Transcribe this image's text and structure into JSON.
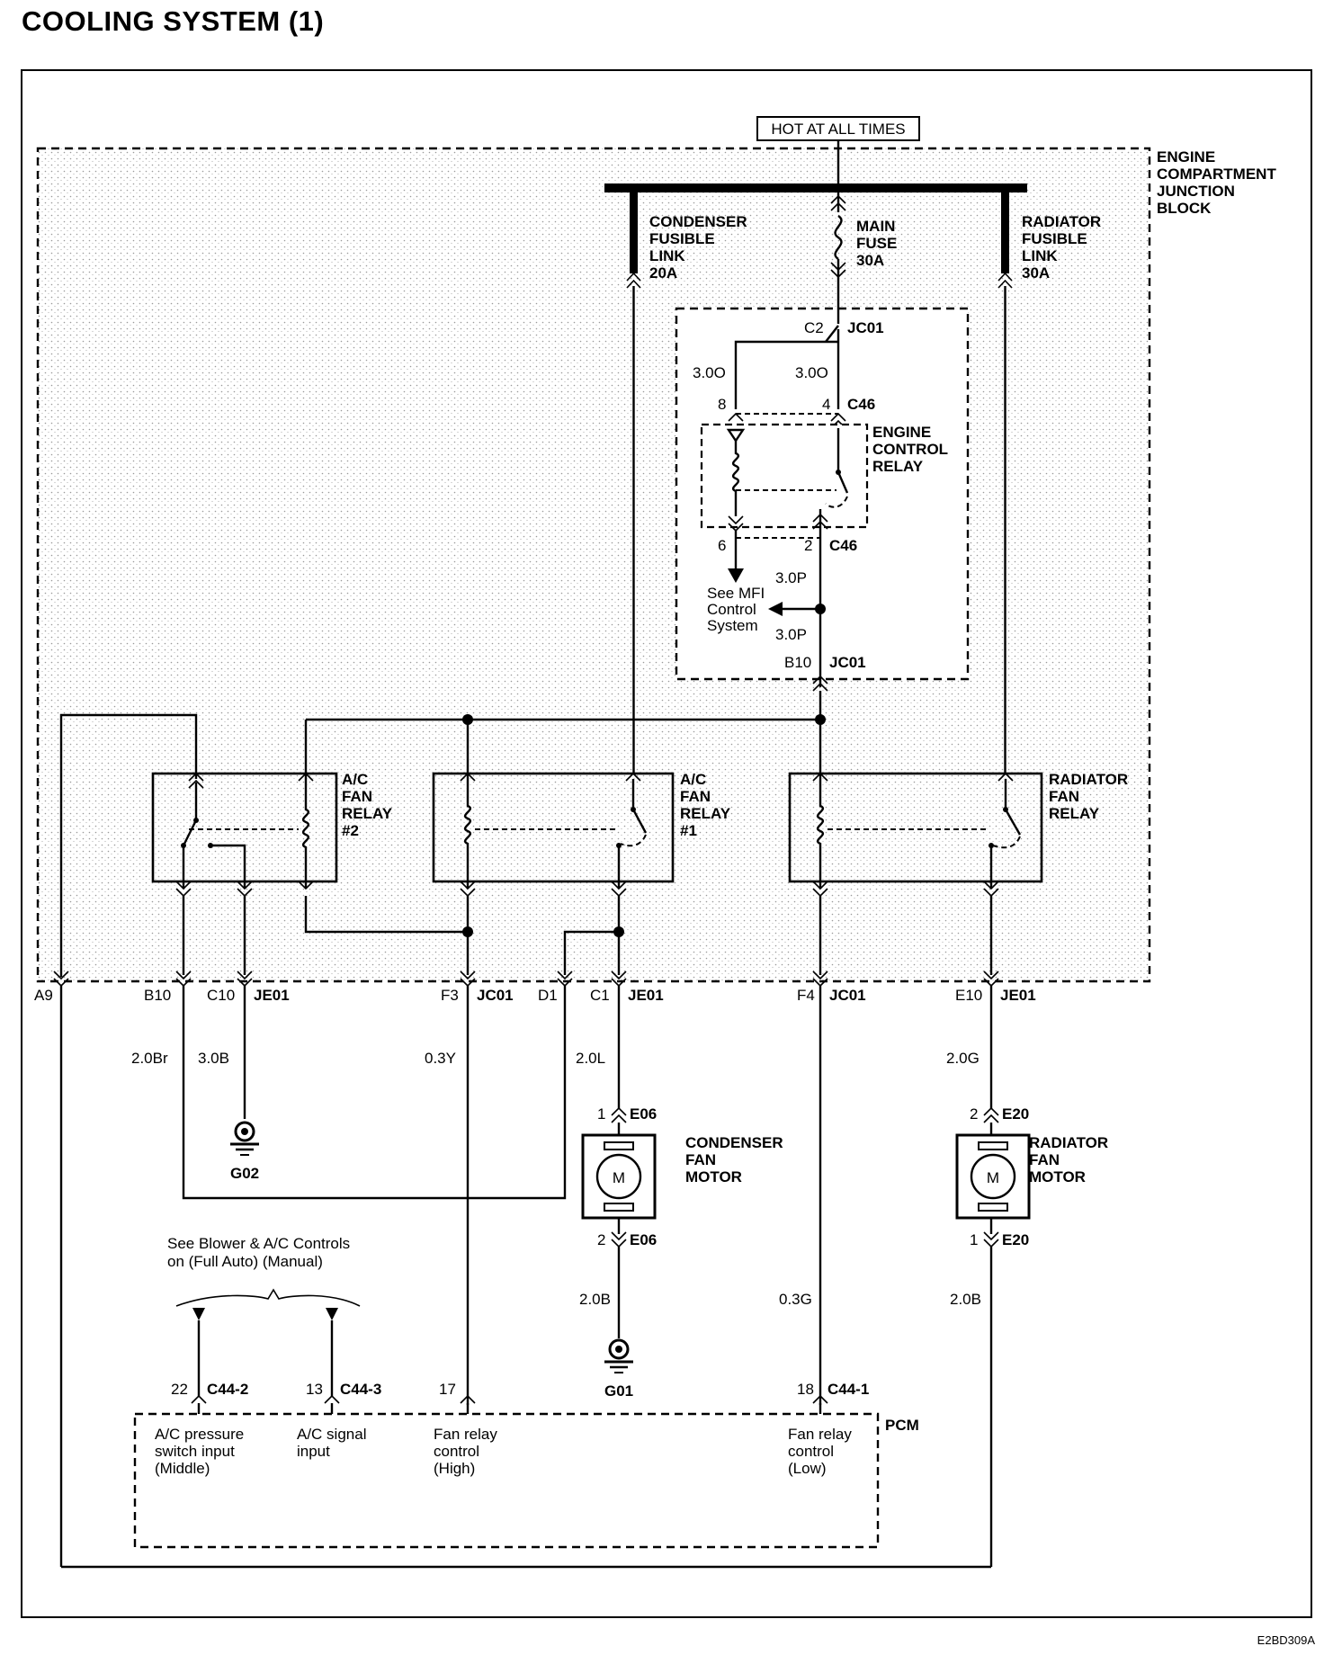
{
  "title": "COOLING SYSTEM (1)",
  "footer_code": "E2BD309A",
  "power": {
    "hot_label": "HOT AT ALL TIMES",
    "junction_block": [
      "ENGINE",
      "COMPARTMENT",
      "JUNCTION",
      "BLOCK"
    ],
    "condenser_fusible_link": [
      "CONDENSER",
      "FUSIBLE",
      "LINK",
      "20A"
    ],
    "main_fuse": [
      "MAIN",
      "FUSE",
      "30A"
    ],
    "radiator_fusible_link": [
      "RADIATOR",
      "FUSIBLE",
      "LINK",
      "30A"
    ]
  },
  "engine_control": {
    "connector_top": "C2",
    "jc01_top": "JC01",
    "wire_left": "3.0O",
    "wire_right": "3.0O",
    "pin_8": "8",
    "pin_4": "4",
    "c46_top": "C46",
    "relay_label": [
      "ENGINE",
      "CONTROL",
      "RELAY"
    ],
    "pin_6": "6",
    "pin_2": "2",
    "c46_bottom": "C46",
    "see_mfi": [
      "See MFI",
      "Control",
      "System"
    ],
    "wire_p1": "3.0P",
    "wire_p2": "3.0P",
    "b10": "B10",
    "jc01_bottom": "JC01"
  },
  "relays": {
    "ac_fan_relay_2": [
      "A/C",
      "FAN",
      "RELAY",
      "#2"
    ],
    "ac_fan_relay_1": [
      "A/C",
      "FAN",
      "RELAY",
      "#1"
    ],
    "radiator_fan_relay": [
      "RADIATOR",
      "FAN",
      "RELAY"
    ]
  },
  "connectors": {
    "a9": "A9",
    "b10": "B10",
    "c10": "C10",
    "je01_a": "JE01",
    "f3": "F3",
    "jc01_a": "JC01",
    "d1": "D1",
    "c1": "C1",
    "je01_b": "JE01",
    "f4": "F4",
    "jc01_b": "JC01",
    "e10": "E10",
    "je01_c": "JE01"
  },
  "wires": {
    "w_2_0br": "2.0Br",
    "w_3_0b": "3.0B",
    "w_0_3y": "0.3Y",
    "w_2_0l": "2.0L",
    "w_2_0g": "2.0G",
    "w_2_0b_cond": "2.0B",
    "w_0_3g": "0.3G",
    "w_2_0b_rad": "2.0B"
  },
  "grounds": {
    "g02": "G02",
    "g01": "G01"
  },
  "motors": {
    "condenser": [
      "CONDENSER",
      "FAN",
      "MOTOR"
    ],
    "radiator": [
      "RADIATOR",
      "FAN",
      "MOTOR"
    ],
    "m_symbol": "M",
    "cond_pin_top": "1",
    "cond_conn_top": "E06",
    "cond_pin_bottom": "2",
    "cond_conn_bottom": "E06",
    "rad_pin_top": "2",
    "rad_conn_top": "E20",
    "rad_pin_bottom": "1",
    "rad_conn_bottom": "E20"
  },
  "blower_note": [
    "See Blower & A/C Controls",
    "on (Full Auto)  (Manual)"
  ],
  "pcm": {
    "label": "PCM",
    "pin_22": "22",
    "c44_2": "C44-2",
    "pin_13": "13",
    "c44_3": "C44-3",
    "pin_17": "17",
    "pin_18": "18",
    "c44_1": "C44-1",
    "ac_pressure": [
      "A/C pressure",
      "switch input",
      "(Middle)"
    ],
    "ac_signal": [
      "A/C signal",
      "input"
    ],
    "fan_high": [
      "Fan relay",
      "control",
      "(High)"
    ],
    "fan_low": [
      "Fan relay",
      "control",
      "(Low)"
    ]
  }
}
